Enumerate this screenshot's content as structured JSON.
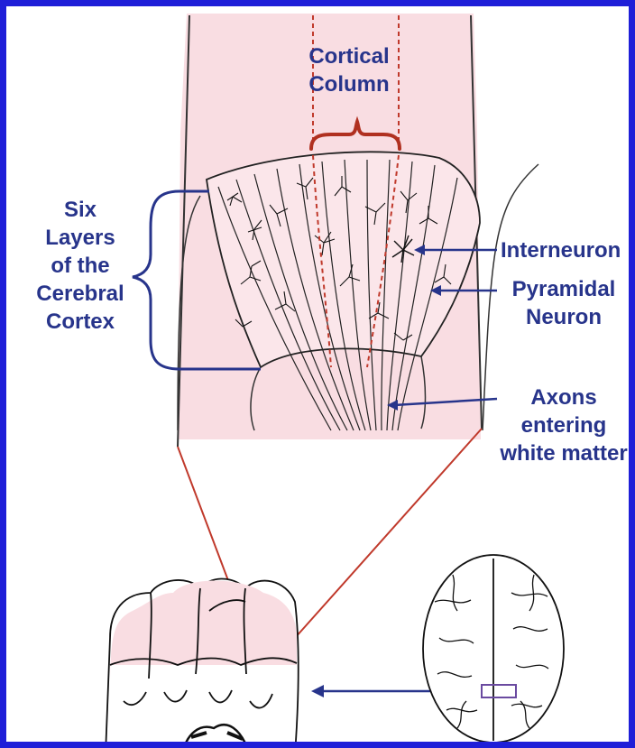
{
  "labels": {
    "cortical_column": [
      "Cortical",
      "Column"
    ],
    "six_layers": [
      "Six",
      "Layers",
      "of the",
      "Cerebral",
      "Cortex"
    ],
    "interneuron": "Interneuron",
    "pyramidal_neuron": [
      "Pyramidal",
      "Neuron"
    ],
    "axons": [
      "Axons",
      "entering",
      "white matter"
    ]
  },
  "colors": {
    "frame": "#1f1fd8",
    "label_text": "#27348b",
    "pointer_arrow": "#27348b",
    "column_brace": "#b03020",
    "zoom_lines": "#c0392b",
    "cortex_pink": "#f9dde2",
    "ink": "#222222"
  }
}
